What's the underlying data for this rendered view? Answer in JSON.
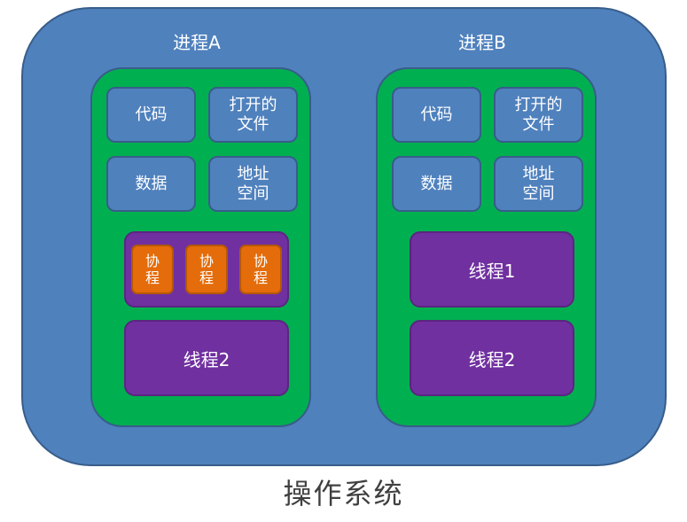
{
  "os_label": "操作系统",
  "processes": [
    {
      "title": "进程A",
      "resources": {
        "code": "代码",
        "open_files": "打开的\n文件",
        "data": "数据",
        "address_space": "地址\n空间"
      },
      "coroutines": [
        "协\n程",
        "协\n程",
        "协\n程"
      ],
      "threads": [
        "线程2"
      ]
    },
    {
      "title": "进程B",
      "resources": {
        "code": "代码",
        "open_files": "打开的\n文件",
        "data": "数据",
        "address_space": "地址\n空间"
      },
      "threads": [
        "线程1",
        "线程2"
      ]
    }
  ],
  "colors": {
    "os": "#4f81bd",
    "process": "#00b050",
    "resource": "#4f81bd",
    "thread": "#7030a0",
    "coroutine": "#e46c0a",
    "border": "#385d8a"
  }
}
